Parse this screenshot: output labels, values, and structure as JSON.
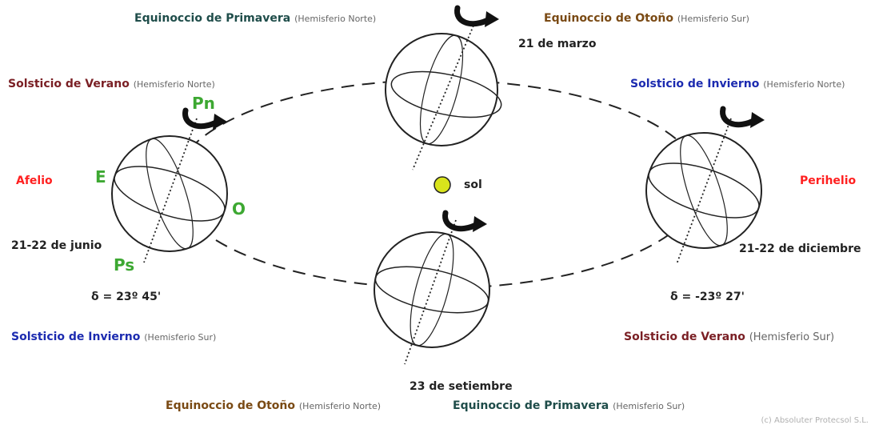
{
  "colors": {
    "equinox_north": "#1f4d4a",
    "equinox_brown": "#7a4a14",
    "solstice_red": "#7a1f24",
    "solstice_blue": "#1c2bb0",
    "aphelion": "#ff2020",
    "pole_green": "#3da832",
    "sun_fill": "#d9e41c",
    "line": "#222222"
  },
  "icons": [
    "rotation-arrow-icon",
    "sun-icon"
  ],
  "top": {
    "spring_equinox_north": {
      "title": "Equinoccio de Primavera",
      "note": "(Hemisferio Norte)"
    },
    "autumn_equinox_south": {
      "title": "Equinoccio de Otoño",
      "note": "(Hemisferio Sur)"
    },
    "date": "21 de marzo"
  },
  "left": {
    "summer_solstice_north": {
      "title": "Solsticio de Verano",
      "note": "(Hemisferio Norte)"
    },
    "aphelion": "Afelio",
    "date": "21-22 de junio",
    "declination": "δ = 23º 45'",
    "winter_solstice_south": {
      "title": "Solsticio de Invierno",
      "note": "(Hemisferio Sur)"
    },
    "pole_north": "Pn",
    "pole_south": "Ps",
    "east": "E",
    "west": "O"
  },
  "center": {
    "sun": "sol"
  },
  "right": {
    "winter_solstice_north": {
      "title": "Solsticio de Invierno",
      "note": "(Hemisferio Norte)"
    },
    "perihelion": "Perihelio",
    "date": "21-22 de diciembre",
    "declination": "δ = -23º 27'",
    "summer_solstice_south": {
      "title": "Solsticio de Verano",
      "note": "(Hemisferio Sur)"
    }
  },
  "bottom": {
    "date": "23 de setiembre",
    "autumn_equinox_north": {
      "title": "Equinoccio de Otoño",
      "note": "(Hemisferio Norte)"
    },
    "spring_equinox_south": {
      "title": "Equinoccio de Primavera",
      "note": "(Hemisferio Sur)"
    }
  },
  "copyright": "(c) Absoluter Protecsol S.L."
}
